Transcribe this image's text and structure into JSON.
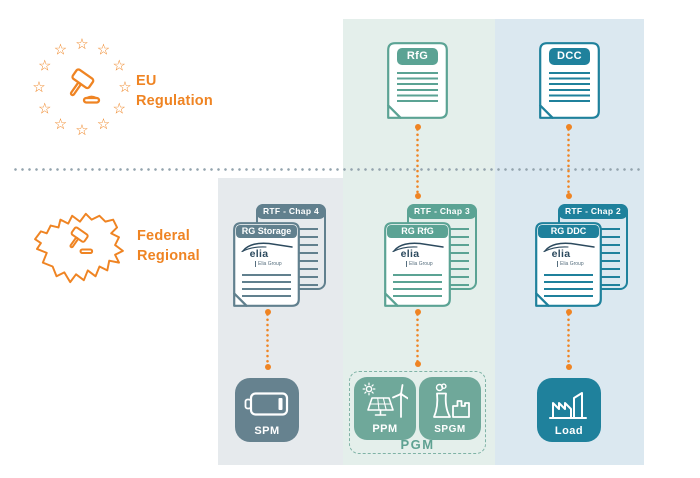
{
  "palette": {
    "orange": "#EF8423",
    "slate": "#61808E",
    "green": "#5BA394",
    "green_light": "#6FA89A",
    "blue": "#1F819C",
    "elia_navy": "#2C4A5E",
    "column_storage_bg": "#E6EAED",
    "column_pgm_bg": "#E4EFEB",
    "column_load_bg": "#DBE8F0"
  },
  "regions": {
    "eu": {
      "line1": "EU",
      "line2": "Regulation"
    },
    "federal": {
      "line1": "Federal",
      "line2": "Regional"
    }
  },
  "top_documents": [
    {
      "label": "RfG"
    },
    {
      "label": "DCC"
    }
  ],
  "stacks": [
    {
      "tag": "RTF - Chap 4",
      "title": "RG Storage"
    },
    {
      "tag": "RTF - Chap 3",
      "title": "RG RfG"
    },
    {
      "tag": "RTF - Chap 2",
      "title": "RG DDC"
    }
  ],
  "logo": {
    "name": "elia",
    "group": "Elia Group"
  },
  "units": [
    {
      "label": "SPM"
    },
    {
      "label": "PPM"
    },
    {
      "label": "SPGM"
    },
    {
      "label": "Load"
    }
  ],
  "group": {
    "label": "PGM"
  },
  "icons": {
    "eu_badge": "eu-stars-gavel-icon",
    "federal_badge": "belgium-map-gavel-icon",
    "spm": "battery-icon",
    "ppm": "solar-panel-wind-turbine-icon",
    "spgm": "power-plant-icon",
    "load": "factory-icon"
  }
}
